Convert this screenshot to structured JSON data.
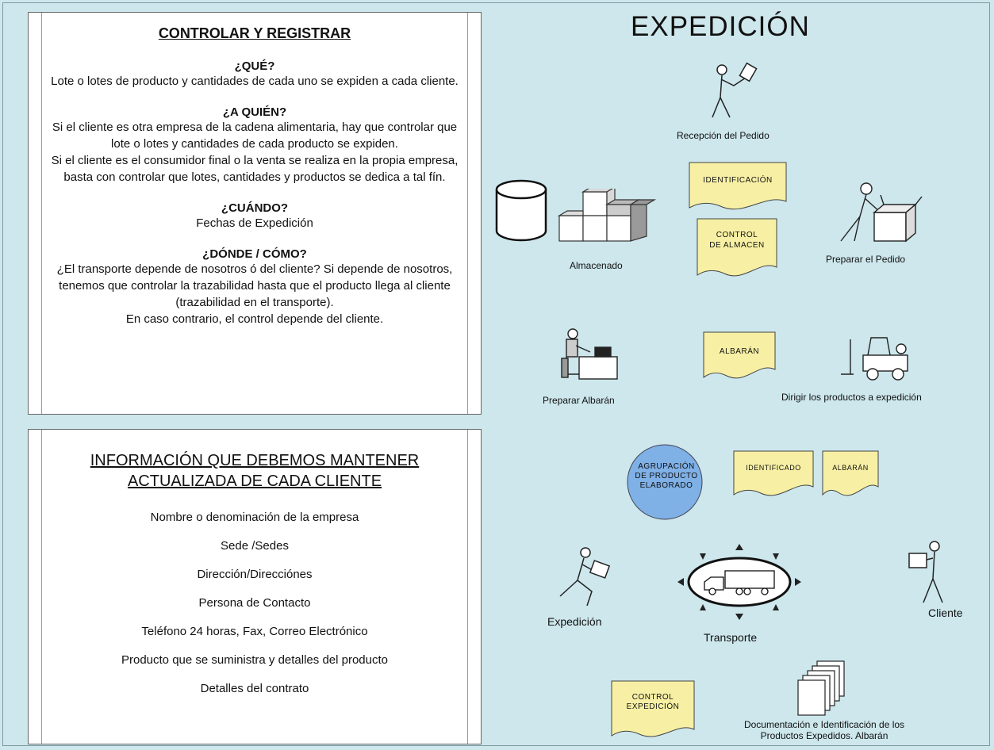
{
  "control_panel": {
    "title": "CONTROLAR Y REGISTRAR",
    "q_what": "¿QUÉ?",
    "what_text": "Lote o lotes de producto y cantidades de cada uno se expiden a cada cliente.",
    "q_who": "¿A QUIÉN?",
    "who_text_1": "Si el cliente es otra empresa de la cadena alimentaria, hay que controlar que lote o lotes y cantidades de cada producto se expiden.",
    "who_text_2": "Si el cliente es el consumidor final o la venta se realiza en la propia empresa, basta con controlar que lotes, cantidades y productos se dedica a tal fín.",
    "q_when": "¿CUÁNDO?",
    "when_text": "Fechas de Expedición",
    "q_where": "¿DÓNDE / CÓMO?",
    "where_text_1": "¿El transporte depende de nosotros ó del cliente? Si depende de nosotros, tenemos que controlar la trazabilidad hasta que el producto llega al cliente (trazabilidad en el transporte).",
    "where_text_2": "En caso contrario, el control depende del cliente."
  },
  "info_panel": {
    "title_line1": "INFORMACIÓN QUE DEBEMOS MANTENER",
    "title_line2": "ACTUALIZADA DE CADA CLIENTE",
    "items": [
      "Nombre o denominación de la empresa",
      "Sede /Sedes",
      "Dirección/Direcciónes",
      "Persona de Contacto",
      "Teléfono 24 horas, Fax, Correo Electrónico",
      "Producto que se suministra y detalles del producto",
      "Detalles del contrato"
    ]
  },
  "diagram": {
    "title": "EXPEDICIÓN",
    "recepcion": "Recepción del Pedido",
    "almacenado": "Almacenado",
    "preparar_pedido": "Preparar el Pedido",
    "doc_identificacion": "IDENTIFICACIÓN",
    "doc_control_almacen_1": "CONTROL",
    "doc_control_almacen_2": "DE ALMACEN",
    "preparar_albaran": "Preparar Albarán",
    "doc_albaran": "ALBARÁN",
    "dirigir": "Dirigir los productos a expedición",
    "agrupacion_1": "AGRUPACIÓN",
    "agrupacion_2": "DE PRODUCTO",
    "agrupacion_3": "ELABORADO",
    "doc_identificado": "IDENTIFICADO",
    "doc_albaran_2": "ALBARÁN",
    "expedicion": "Expedición",
    "transporte": "Transporte",
    "cliente": "Cliente",
    "doc_control_exp_1": "CONTROL",
    "doc_control_exp_2": "EXPEDICIÓN",
    "documentacion_1": "Documentación e Identificación de los",
    "documentacion_2": "Productos Expedidos. Albarán"
  },
  "colors": {
    "background": "#cde7ec",
    "document_fill": "#f7f0a4",
    "circle_fill": "#7fb0e6"
  }
}
